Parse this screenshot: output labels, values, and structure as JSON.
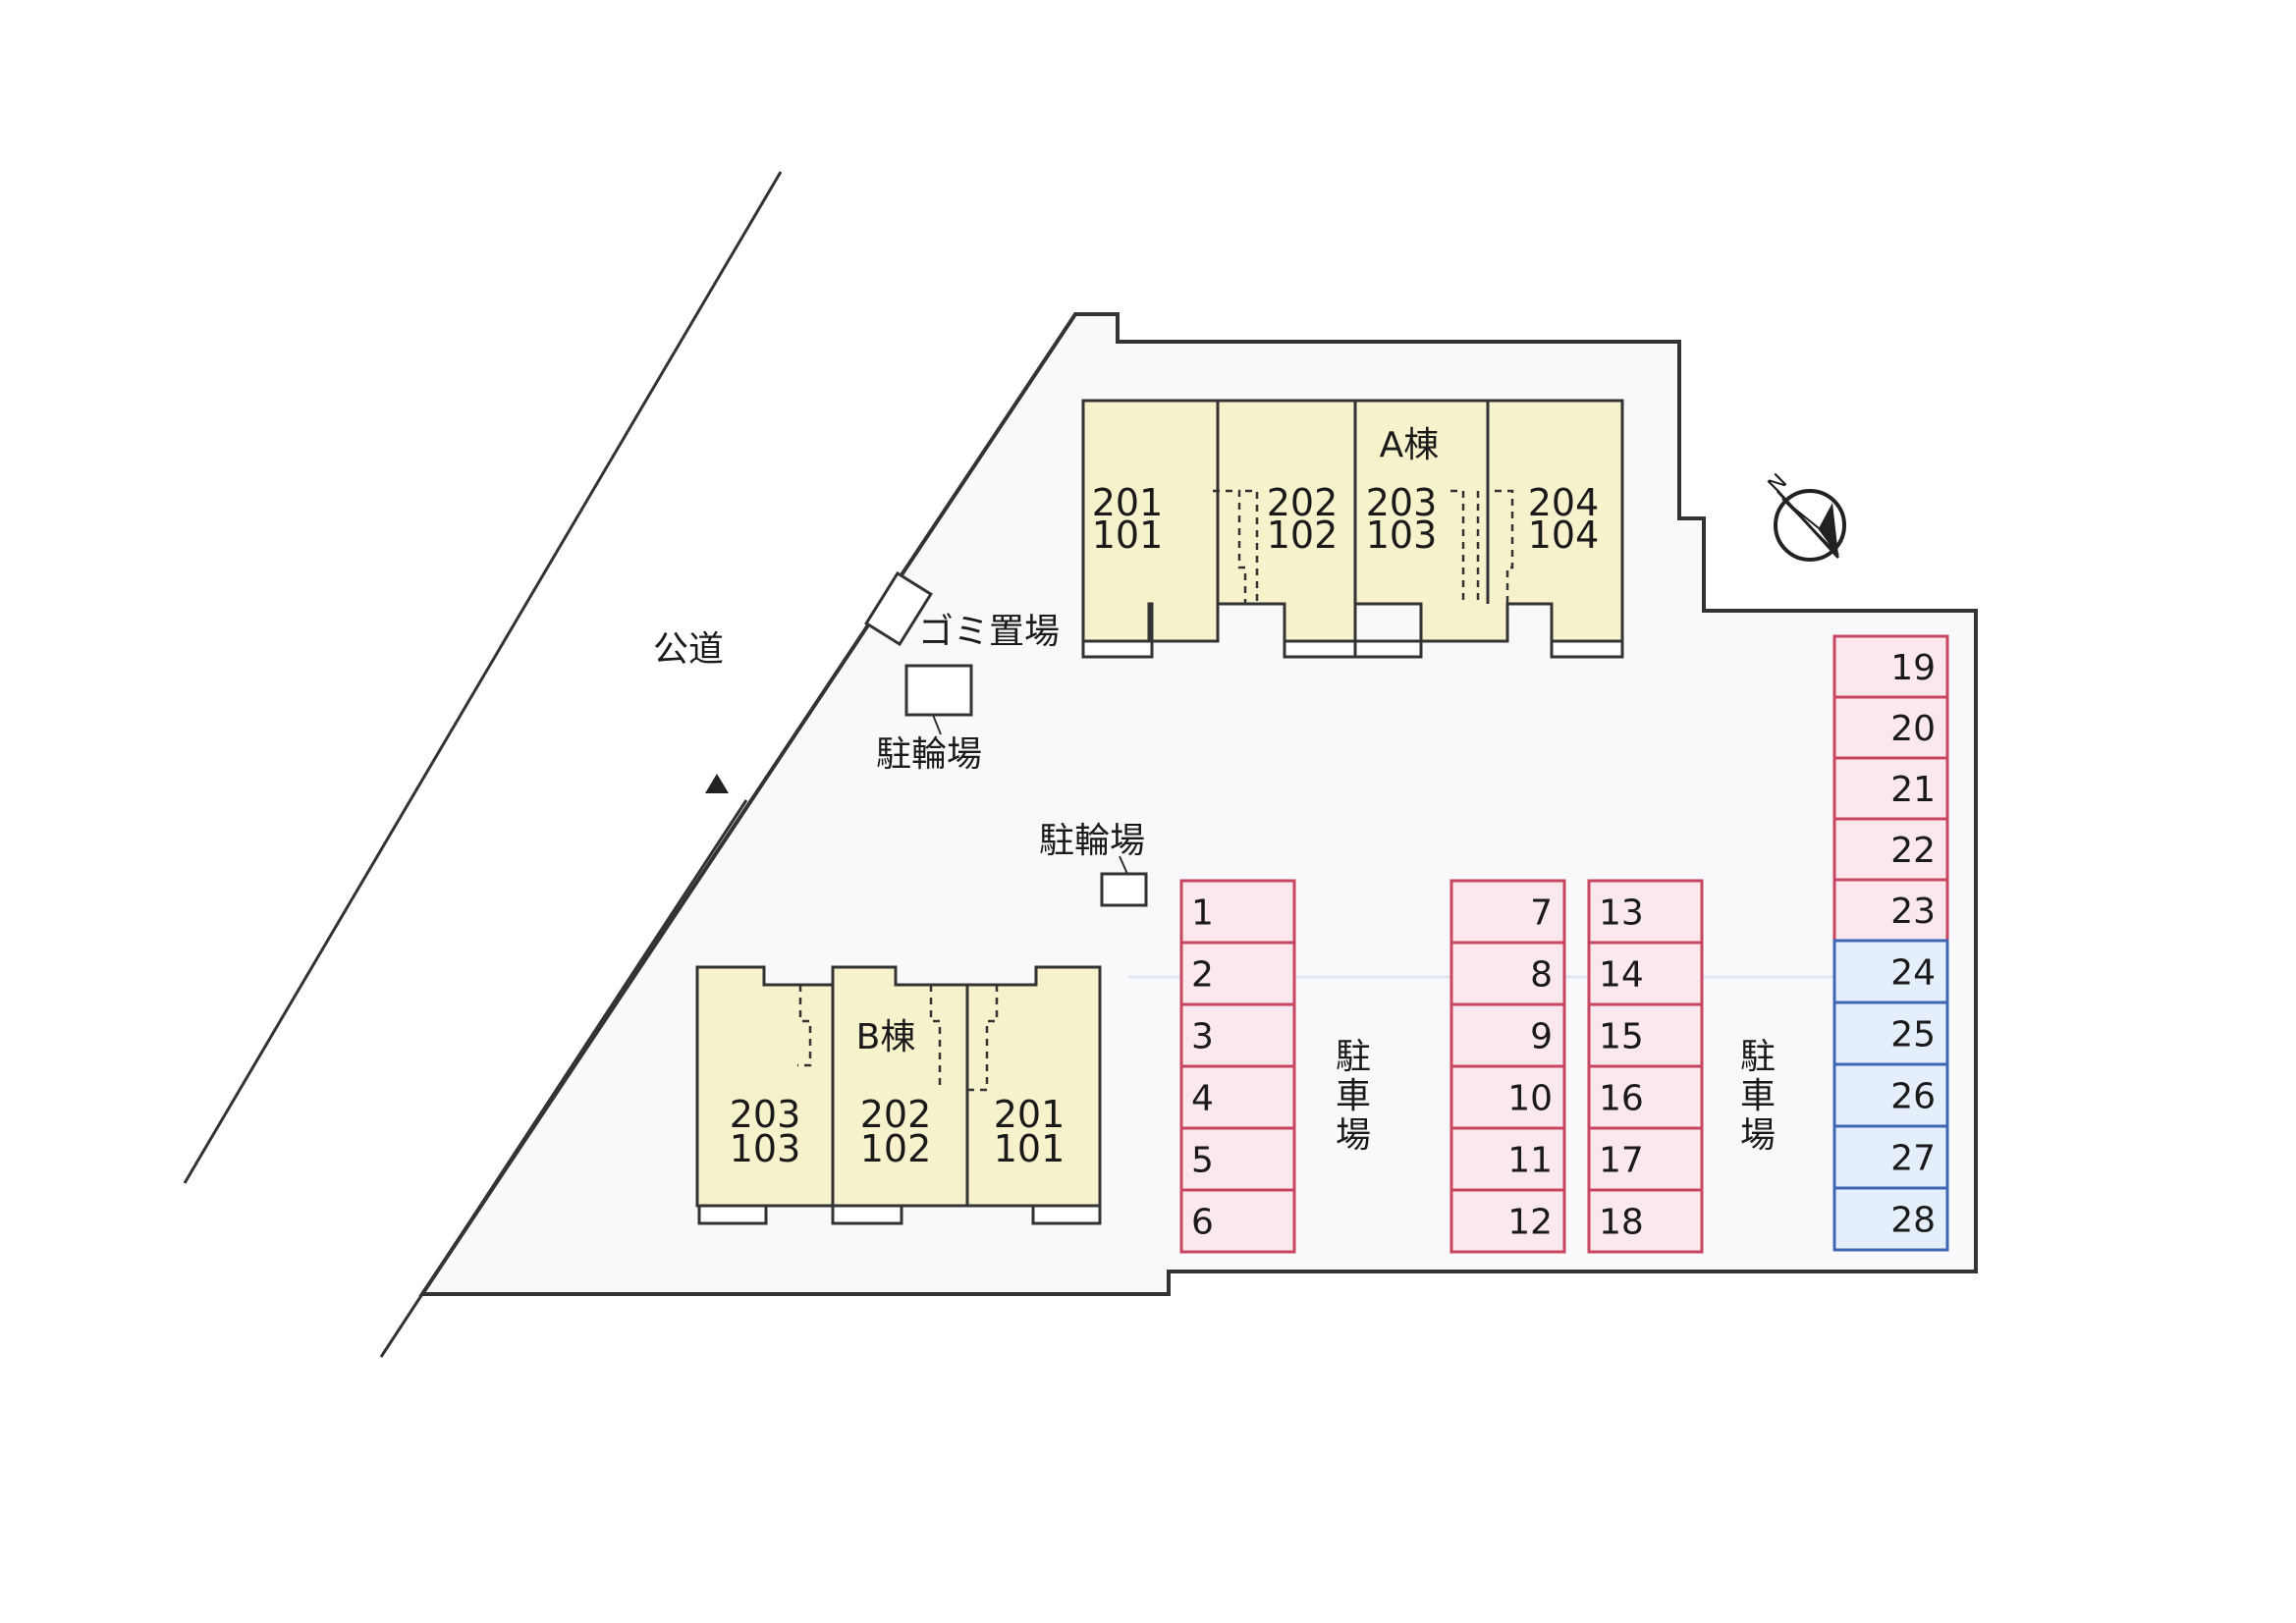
{
  "colors": {
    "building_fill": "#f6f2cc",
    "parking_pink_fill": "#fbe8ee",
    "parking_pink_stroke": "#c8455f",
    "parking_blue_fill": "#e5eefb",
    "parking_blue_stroke": "#3e66b4",
    "lot_fill": "#f9f9fb",
    "outline": "#333333"
  },
  "road": {
    "label": "公道"
  },
  "labels": {
    "garbage": "ゴミ置場",
    "bicycle_1": "駐輪場",
    "bicycle_2": "駐輪場",
    "parking_1": "駐車場",
    "parking_2": "駐車場"
  },
  "compass": {
    "label": "N",
    "icon": "north-arrow-icon"
  },
  "entrance_marker": {
    "icon": "triangle-entrance-icon"
  },
  "building_a": {
    "name": "A棟",
    "units": [
      {
        "upper": "201",
        "lower": "101"
      },
      {
        "upper": "202",
        "lower": "102"
      },
      {
        "upper": "203",
        "lower": "103"
      },
      {
        "upper": "204",
        "lower": "104"
      }
    ]
  },
  "building_b": {
    "name": "B棟",
    "units": [
      {
        "upper": "203",
        "lower": "103"
      },
      {
        "upper": "202",
        "lower": "102"
      },
      {
        "upper": "201",
        "lower": "101"
      }
    ]
  },
  "parking": {
    "col1": [
      "1",
      "2",
      "3",
      "4",
      "5",
      "6"
    ],
    "col2": [
      "7",
      "8",
      "9",
      "10",
      "11",
      "12"
    ],
    "col3": [
      "13",
      "14",
      "15",
      "16",
      "17",
      "18"
    ],
    "col4_pink": [
      "19",
      "20",
      "21",
      "22",
      "23"
    ],
    "col4_blue": [
      "24",
      "25",
      "26",
      "27",
      "28"
    ]
  }
}
